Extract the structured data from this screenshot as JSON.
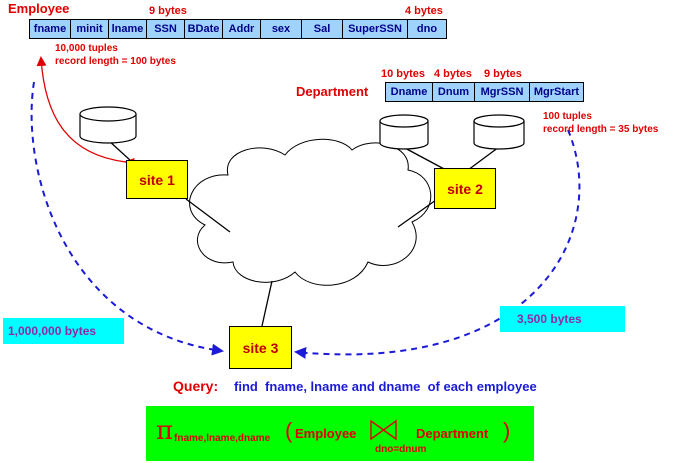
{
  "employee": {
    "title": "Employee",
    "fields": [
      "fname",
      "minit",
      "lname",
      "SSN",
      "BDate",
      "Addr",
      "sex",
      "Sal",
      "SuperSSN",
      "dno"
    ],
    "annot_ssn": "9 bytes",
    "annot_dno": "4 bytes",
    "tuples": "10,000 tuples",
    "record_length": "record length = 100 bytes"
  },
  "department": {
    "title": "Department",
    "fields": [
      "Dname",
      "Dnum",
      "MgrSSN",
      "MgrStart"
    ],
    "annot_dname": "10 bytes",
    "annot_dnum": "4 bytes",
    "annot_mgrssn": "9 bytes",
    "tuples": "100 tuples",
    "record_length": "record length = 35 bytes"
  },
  "sites": {
    "site1": "site 1",
    "site2": "site 2",
    "site3": "site 3"
  },
  "transfers": {
    "left": "1,000,000 bytes",
    "right": "3,500 bytes"
  },
  "query": {
    "label": "Query:",
    "text": "find  fname, lname and dname  of each employee"
  },
  "formula": {
    "pi": "π",
    "projection": "fname,lname,dname",
    "open_paren": "(",
    "left_relation": "Employee",
    "right_relation": "Department",
    "close_paren": ")",
    "join_condition": "dno=dnum"
  },
  "colors": {
    "table_fill": "#9fd3fb",
    "site_fill": "#ffff00",
    "size_box_fill": "#00ffff",
    "formula_fill": "#00ff00",
    "label_red": "#e00000",
    "text_blue": "#1a1ad8",
    "arrow_blue": "#1a1ad8"
  },
  "icons": {
    "disk": "disk-cylinder-icon",
    "network": "cloud-network-icon",
    "join": "bowtie-join-icon"
  }
}
